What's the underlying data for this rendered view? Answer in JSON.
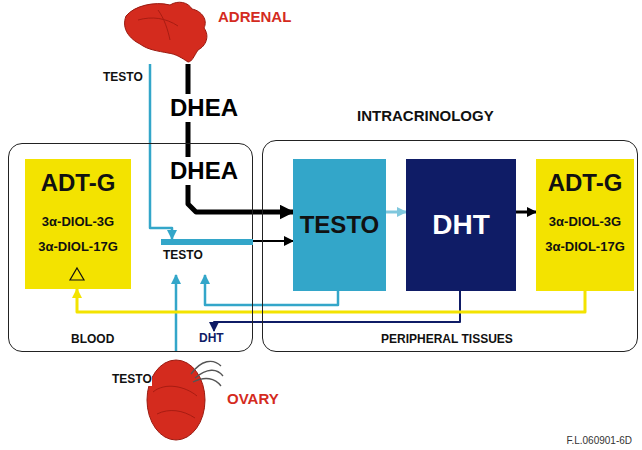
{
  "diagram": {
    "nodes": [
      {
        "text": [
          "ADRENAL"
        ]
      },
      {
        "text": [
          "BLOOD"
        ]
      },
      {
        "text": [
          "ADT-G",
          "3α-DIOL-3G",
          "3α-DIOL-17G"
        ],
        "in": 1
      },
      {
        "text": [
          "TESTO"
        ],
        "in": 1
      },
      {
        "text": [
          "DHT"
        ],
        "in": 1
      },
      {
        "text": [
          "INTRACRINOLOGY",
          "PERIPHERAL TISSUES"
        ]
      },
      {
        "text": [
          "TESTO"
        ],
        "in": 5
      },
      {
        "text": [
          "DHT"
        ],
        "in": 5
      },
      {
        "text": [
          "ADT-G",
          "3α-DIOL-3G",
          "3α-DIOL-17G"
        ],
        "in": 5
      },
      {
        "text": [
          "OVARY"
        ]
      }
    ],
    "edges": [
      {
        "from": 0,
        "to": 6,
        "arrow": "to"
      },
      {
        "from": 0,
        "to": 3,
        "label": "TESTO",
        "arrow": "to"
      },
      {
        "from": 9,
        "to": 3,
        "label": "TESTO",
        "arrow": "to"
      },
      {
        "from": 3,
        "to": 6,
        "arrow": "to"
      },
      {
        "from": 6,
        "to": 3,
        "arrow": "to"
      },
      {
        "from": 6,
        "to": 7,
        "arrow": "to"
      },
      {
        "from": 7,
        "to": 8,
        "arrow": "to"
      },
      {
        "from": 7,
        "to": 4,
        "arrow": "to"
      },
      {
        "from": 8,
        "to": 2,
        "arrow": "to"
      }
    ],
    "labels": [
      "DHEA",
      "DHEA",
      "F.L.060901-6D"
    ]
  }
}
